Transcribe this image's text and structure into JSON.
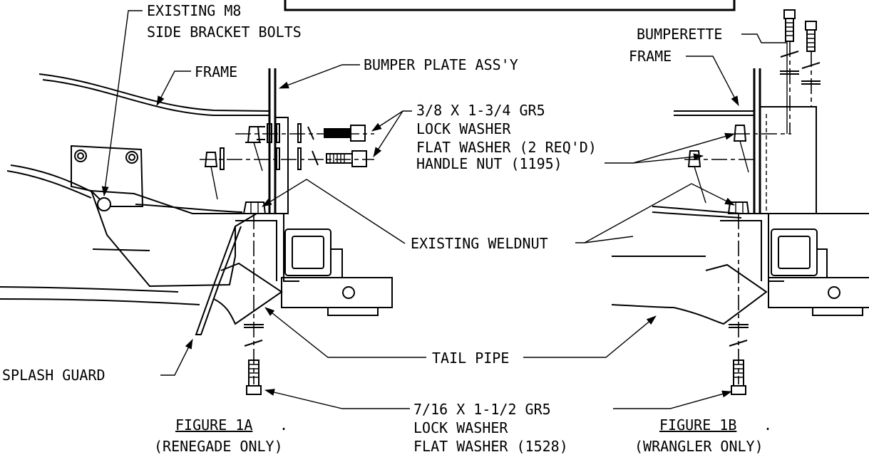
{
  "callouts": {
    "side_bracket_bolts_l1": "EXISTING M8",
    "side_bracket_bolts_l2": "SIDE BRACKET BOLTS",
    "frame_left": "FRAME",
    "bumper_plate": "BUMPER PLATE ASS'Y",
    "hardware_small_l1": "3/8 X 1-3/4 GR5",
    "hardware_small_l2": "LOCK WASHER",
    "hardware_small_l3": "FLAT WASHER (2 REQ'D)",
    "hardware_small_l4": "HANDLE NUT (1195)",
    "bumperette": "BUMPERETTE",
    "frame_right": "FRAME",
    "existing_weldnut": "EXISTING WELDNUT",
    "tail_pipe": "TAIL PIPE",
    "splash_guard": "SPLASH GUARD",
    "hardware_large_l1": "7/16 X 1-1/2 GR5",
    "hardware_large_l2": "LOCK WASHER",
    "hardware_large_l3": "FLAT WASHER (1528)"
  },
  "figures": {
    "fig_1a_title": "FIGURE 1A",
    "fig_1a_period": ".",
    "fig_1a_note": "(RENEGADE ONLY)",
    "fig_1b_title": "FIGURE 1B",
    "fig_1b_period": ".",
    "fig_1b_note": "(WRANGLER ONLY)"
  }
}
